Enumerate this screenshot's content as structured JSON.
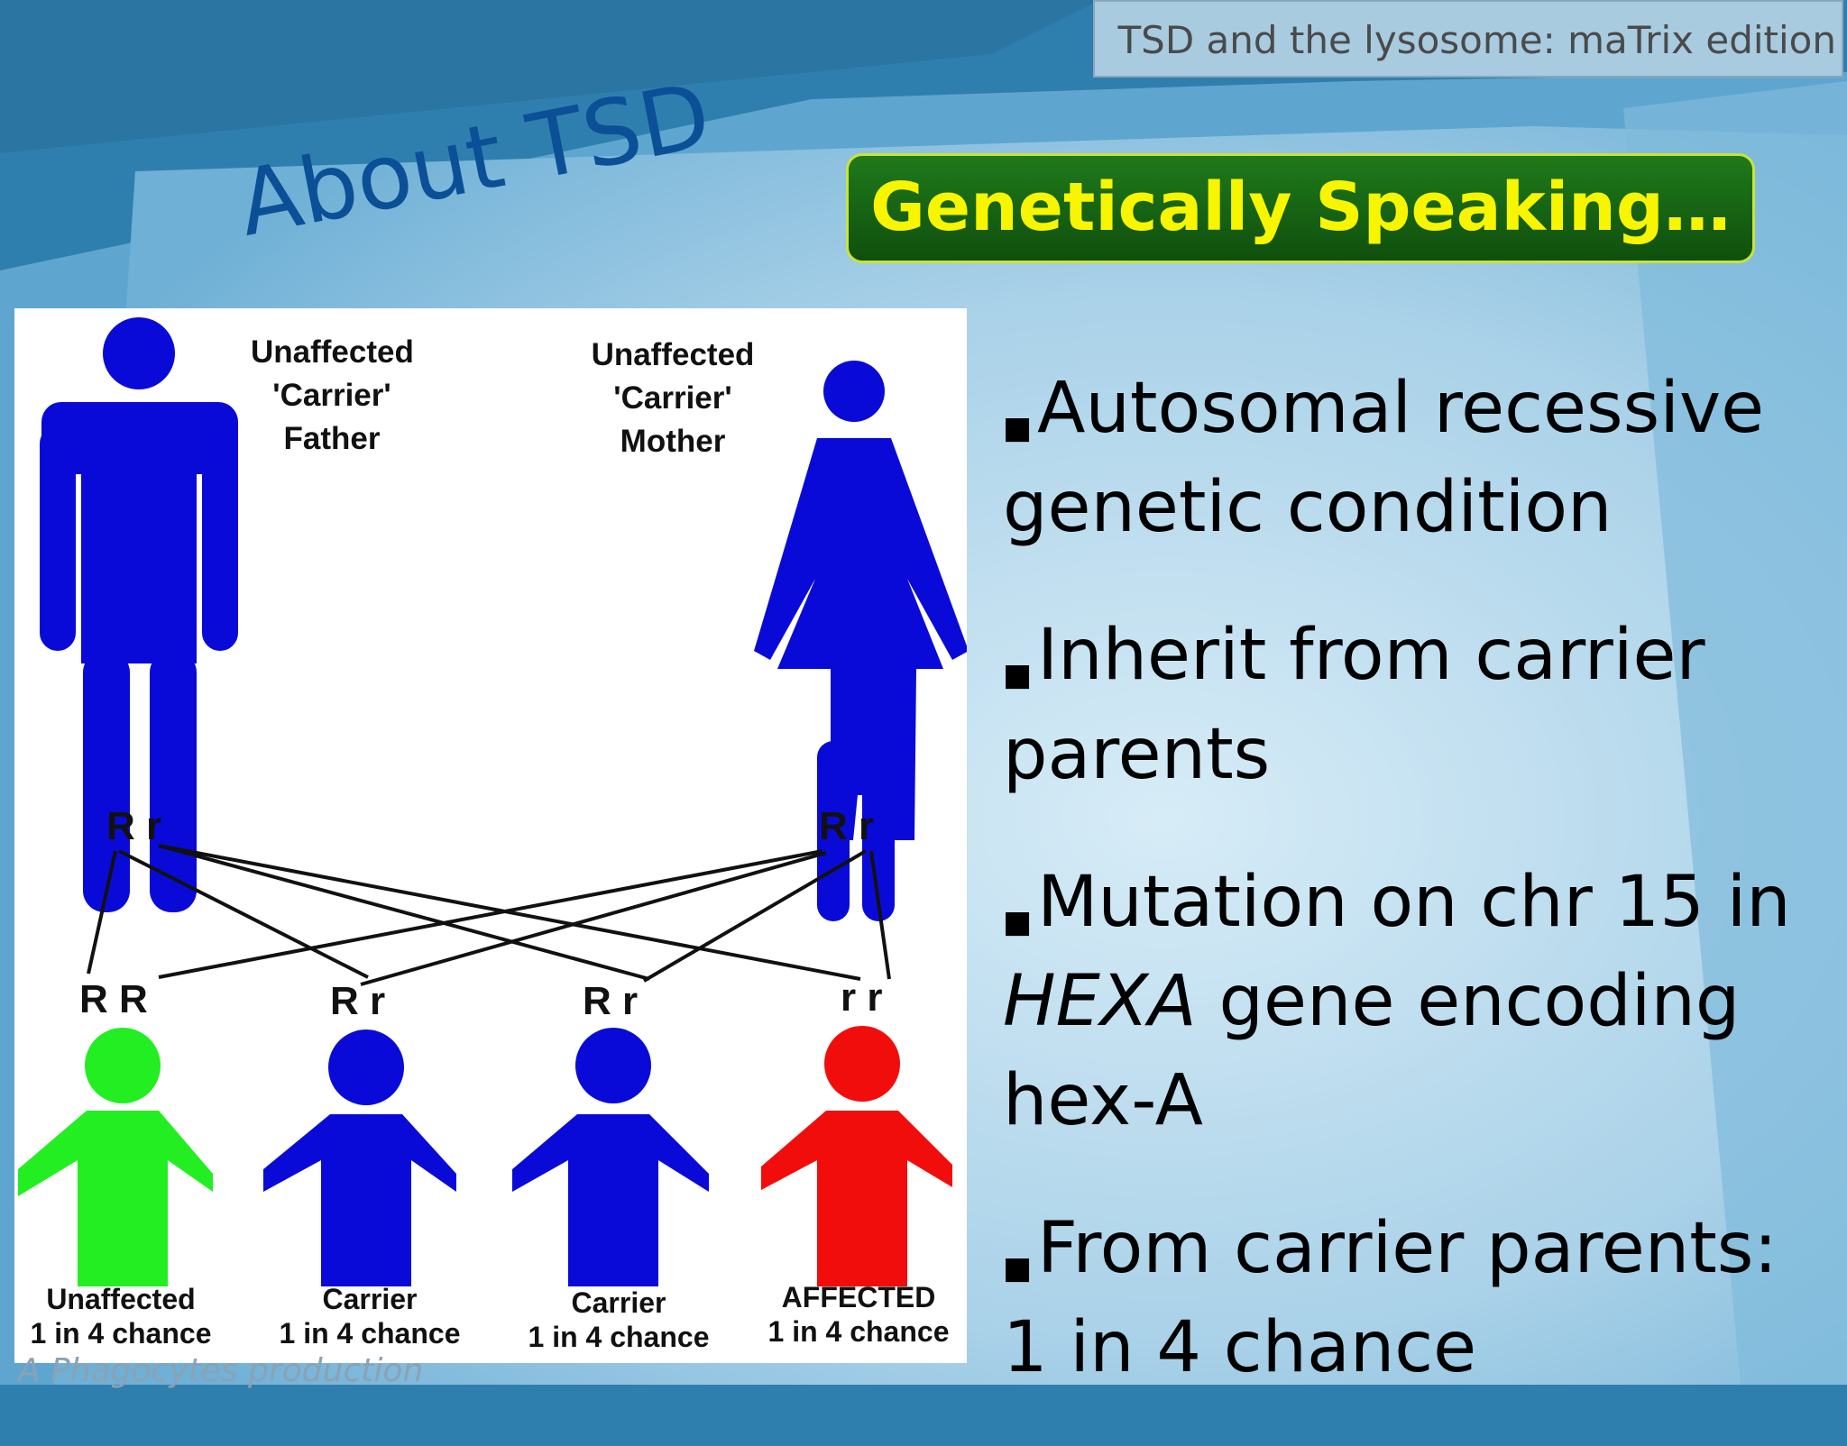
{
  "header": {
    "edition_label": "TSD and the lysosome: maTrix edition"
  },
  "title": "About TSD",
  "banner": "Genetically Speaking…",
  "diagram": {
    "father_label": [
      "Unaffected",
      "'Carrier'",
      "Father"
    ],
    "mother_label": [
      "Unaffected",
      "'Carrier'",
      "Mother"
    ],
    "father_genotype": "R r",
    "mother_genotype": "R r",
    "children": [
      {
        "genotype": "R R",
        "status": "Unaffected",
        "chance": "1 in 4 chance",
        "color": "#22ee22"
      },
      {
        "genotype": "R r",
        "status": "Carrier",
        "chance": "1 in 4 chance",
        "color": "#0a0ad8"
      },
      {
        "genotype": "R r",
        "status": "Carrier",
        "chance": "1 in 4 chance",
        "color": "#0a0ad8"
      },
      {
        "genotype": "r r",
        "status": "AFFECTED",
        "chance": "1 in 4 chance",
        "color": "#f20d0d"
      }
    ],
    "parent_color": "#0a0ad8"
  },
  "bullets": [
    {
      "text_a": "Autosomal recessive genetic condition",
      "italic": "",
      "text_b": ""
    },
    {
      "text_a": "Inherit from carrier parents",
      "italic": "",
      "text_b": ""
    },
    {
      "text_a": "Mutation on chr 15 in ",
      "italic": "HEXA",
      "text_b": " gene encoding hex-A"
    },
    {
      "text_a": "From carrier parents: 1 in 4 chance",
      "italic": "",
      "text_b": ""
    }
  ],
  "footer": "A Phagocytes production"
}
